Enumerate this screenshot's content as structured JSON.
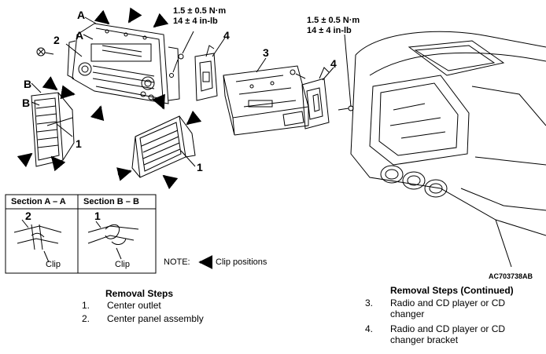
{
  "callouts": {
    "a_top": "A",
    "a_mid": "A",
    "b_top": "B",
    "b_mid": "B",
    "n1_left": "1",
    "n1_right": "1",
    "n2": "2",
    "n3": "3",
    "n4_left": "4",
    "n4_right": "4"
  },
  "torque": {
    "left_nm": "1.5 ± 0.5 N·m",
    "left_inlb": "14 ± 4 in-lb",
    "right_nm": "1.5 ± 0.5 N·m",
    "right_inlb": "14 ± 4 in-lb"
  },
  "sections": {
    "aa_title": "Section A – A",
    "aa_number": "2",
    "aa_clip": "Clip",
    "bb_title": "Section B – B",
    "bb_number": "1",
    "bb_clip": "Clip"
  },
  "note": {
    "prefix": "NOTE:",
    "text": "Clip positions",
    "icon": "clip-arrow-icon"
  },
  "figure_code": "AC703738AB",
  "removal_steps": {
    "title": "Removal Steps",
    "items": [
      {
        "num": "1.",
        "text": "Center outlet"
      },
      {
        "num": "2.",
        "text": "Center panel assembly"
      }
    ]
  },
  "removal_steps_continued": {
    "title": "Removal Steps (Continued)",
    "items": [
      {
        "num": "3.",
        "text": "Radio and CD player or CD changer"
      },
      {
        "num": "4.",
        "text": "Radio and CD player or CD changer bracket"
      }
    ]
  },
  "colors": {
    "line": "#000000",
    "background": "#ffffff"
  }
}
